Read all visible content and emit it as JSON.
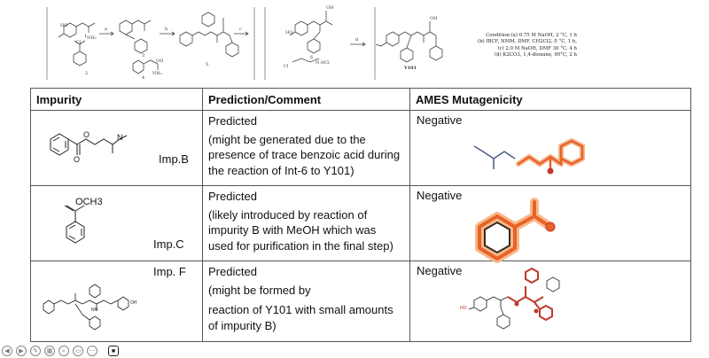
{
  "scheme": {
    "compound_labels": [
      "1",
      "2",
      "3",
      "4",
      "5",
      "6",
      "Y101"
    ],
    "step_labels": [
      "a",
      "b",
      "c",
      "d"
    ],
    "conditions": [
      "Condition:(a) 0.75 M NaOH, 2 °C, 1 h",
      "(b) IBCF, NMM, DMF, CH2Cl2,-5 °C, 1 h,",
      "(c) 2.0 M NaOH, DMF 30 °C, 4 h",
      "(d) K2CO3, 1,4-dioxane, 90°C, 2 h"
    ]
  },
  "table": {
    "headers": [
      "Impurity",
      "Prediction/Comment",
      "AMES Mutagenicity"
    ],
    "rows": [
      {
        "label": "Imp.B",
        "status": "Predicted",
        "comment": "(might be generated due to the presence of trace benzoic acid during the reaction of Int-6 to Y101)",
        "ames": "Negative"
      },
      {
        "label": "Imp.C",
        "status": "Predicted",
        "comment": "(likely introduced by reaction of impurity B with MeOH which was used for purification in the final step)",
        "ames": "Negative",
        "structure_text": "OCH3"
      },
      {
        "label": "Imp. F",
        "status": "Predicted",
        "comment": "(might be formed by",
        "comment2": "reaction of Y101 with small amounts of impurity B)",
        "ames": "Negative"
      }
    ]
  },
  "colors": {
    "highlight": "#e8622a",
    "highlight_light": "#f6b98a",
    "border": "#555555"
  }
}
